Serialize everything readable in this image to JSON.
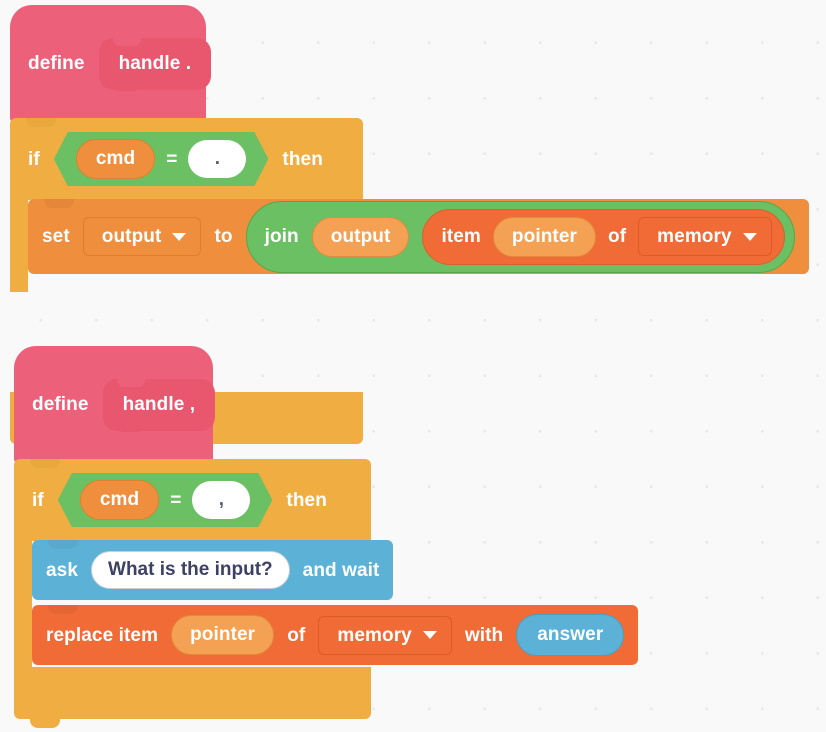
{
  "canvas": {
    "background_color": "#f9f9f9",
    "grid_dot_color": "#e8e8e8"
  },
  "palette": {
    "custom_block_pink": "#ec6179",
    "custom_block_pink_dark": "#e8576e",
    "control_orange": "#f0ad41",
    "operator_green": "#6bc063",
    "variable_orange": "#ef8e3c",
    "list_orange": "#f06b35",
    "sensing_blue": "#5cb1d6",
    "text_white": "#ffffff",
    "input_text": "#575e75"
  },
  "scripts": [
    {
      "id": "script-handle-period",
      "definition": {
        "keyword": "define",
        "proc_name": "handle ."
      },
      "if_block": {
        "if_label": "if",
        "then_label": "then",
        "condition": {
          "operator": "=",
          "left_variable": "cmd",
          "right_value": "."
        },
        "body": [
          {
            "type": "set-variable",
            "set_label": "set",
            "variable": "output",
            "to_label": "to",
            "value": {
              "type": "join",
              "join_label": "join",
              "arg1": "output",
              "arg2": {
                "type": "item-of-list",
                "item_label": "item",
                "index": "pointer",
                "of_label": "of",
                "list": "memory"
              }
            }
          }
        ]
      }
    },
    {
      "id": "script-handle-comma",
      "definition": {
        "keyword": "define",
        "proc_name": "handle ,"
      },
      "if_block": {
        "if_label": "if",
        "then_label": "then",
        "condition": {
          "operator": "=",
          "left_variable": "cmd",
          "right_value": ","
        },
        "body": [
          {
            "type": "ask-and-wait",
            "ask_label": "ask",
            "question": "What is the input?",
            "and_wait_label": "and wait"
          },
          {
            "type": "replace-item",
            "replace_label": "replace item",
            "index": "pointer",
            "of_label": "of",
            "list": "memory",
            "with_label": "with",
            "value": "answer"
          }
        ]
      }
    }
  ]
}
